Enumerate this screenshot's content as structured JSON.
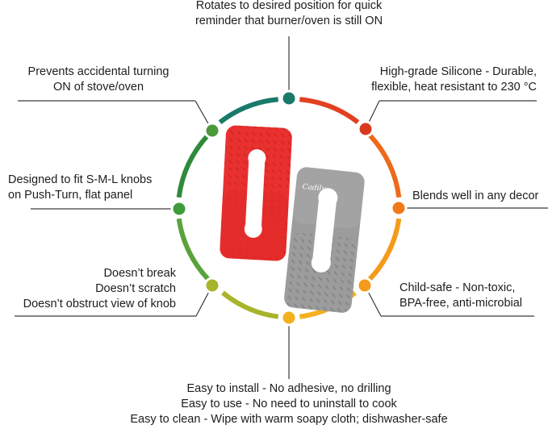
{
  "features": {
    "top": [
      "Rotates to desired position for quick",
      "reminder that burner/oven is still ON"
    ],
    "top_right": [
      "High-grade Silicone - Durable,",
      "flexible, heat resistant to 230 °C"
    ],
    "right": [
      "Blends well in any decor"
    ],
    "bottom_right": [
      "Child-safe - Non-toxic,",
      "BPA-free, anti-microbial"
    ],
    "bottom": [
      "Easy to install - No adhesive, no drilling",
      "Easy to use - No need to uninstall to cook",
      "Easy to clean - Wipe with warm soapy cloth; dishwasher-safe"
    ],
    "bottom_left": [
      "Doesn’t break",
      "Doesn’t scratch",
      "Doesn’t obstruct view of knob"
    ],
    "left": [
      "Designed to fit S-M-L knobs",
      "on Push-Turn, flat panel"
    ],
    "top_left": [
      "Prevents accidental turning",
      "ON of stove/oven"
    ]
  },
  "product": {
    "red_cover_color": "#e8302f",
    "grey_cover_color": "#9c9c9c",
    "logo_text": "Cadily"
  },
  "ring_colors": [
    "#1a7a6a",
    "#e2401e",
    "#f07a1a",
    "#f4a21a",
    "#a8b42a",
    "#3f9b3a",
    "#2f8a4a"
  ]
}
